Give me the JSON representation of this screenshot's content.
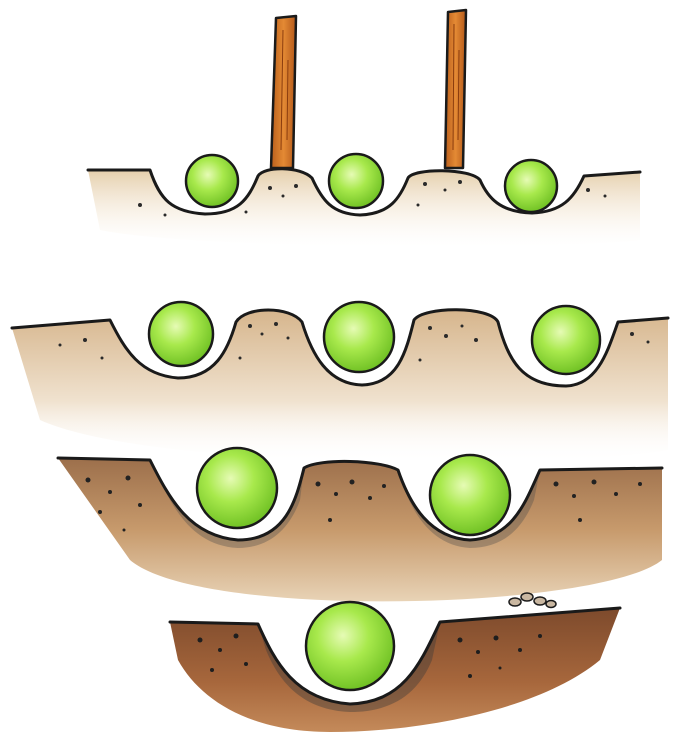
{
  "illustration": {
    "rows": [
      {
        "id": "row-1",
        "peas": 3,
        "stakes": 2,
        "soil": "light"
      },
      {
        "id": "row-2",
        "peas": 3,
        "stakes": 0,
        "soil": "light"
      },
      {
        "id": "row-3",
        "peas": 2,
        "stakes": 0,
        "soil": "medium"
      },
      {
        "id": "row-4",
        "peas": 1,
        "stakes": 0,
        "soil": "dark"
      }
    ],
    "colors": {
      "pea_fill": "#a6e84a",
      "pea_highlight": "#d9f7a0",
      "pea_shadow": "#6cc320",
      "outline": "#1a1a1a",
      "stake": "#d2772a",
      "soil_light": "#ead8bd",
      "soil_medium": "#b98a5d",
      "soil_dark": "#8f5634",
      "shade": "#4a4a4a"
    }
  }
}
